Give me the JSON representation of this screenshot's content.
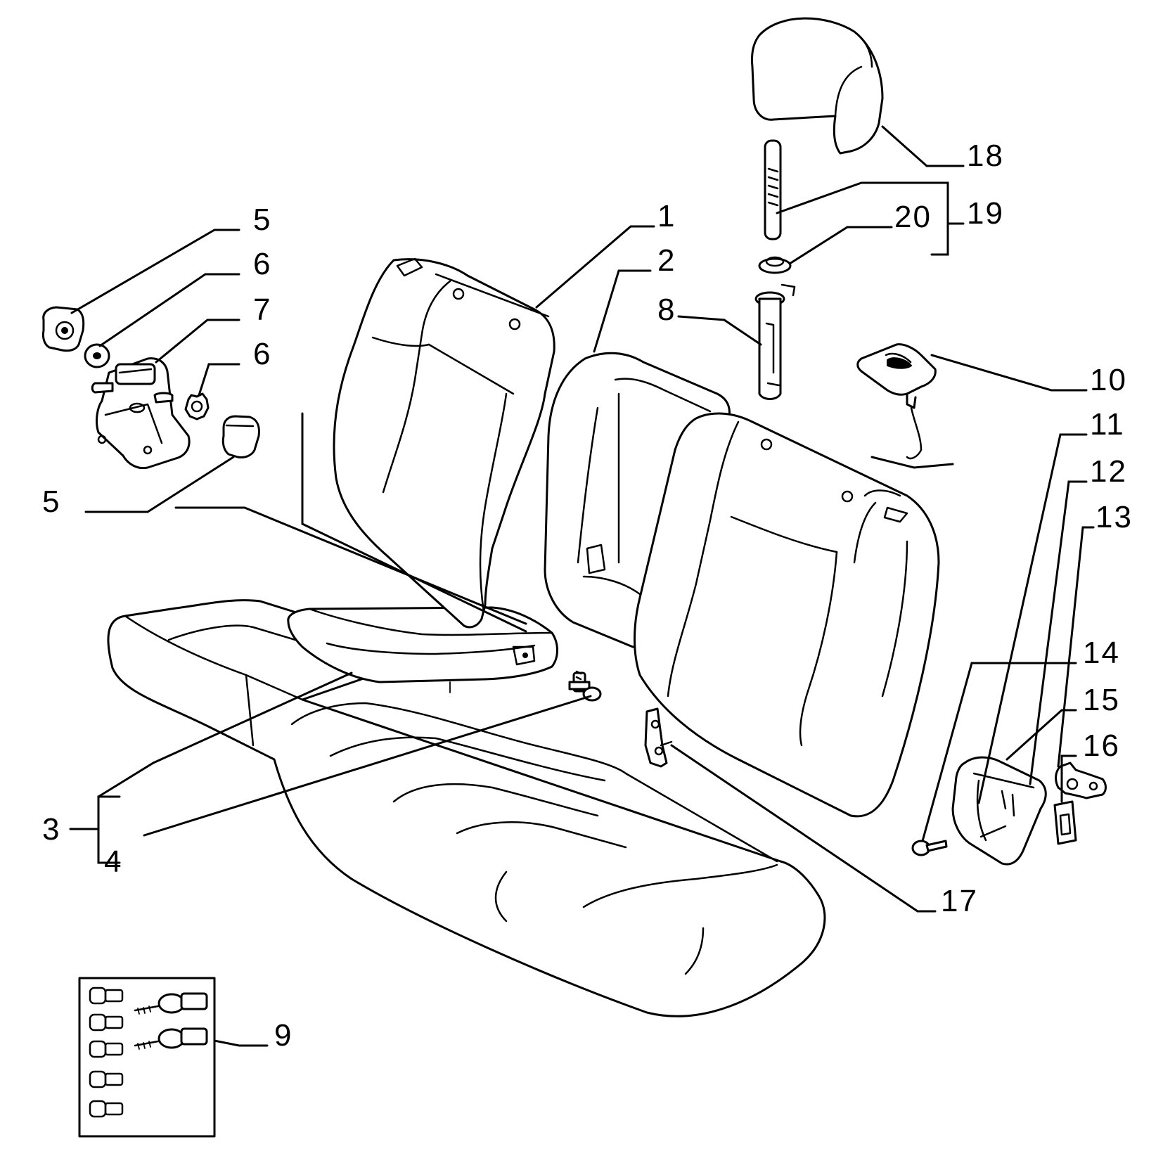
{
  "callouts": {
    "c1": "1",
    "c2": "2",
    "c3": "3",
    "c4": "4",
    "c5a": "5",
    "c5b": "5",
    "c6a": "6",
    "c6b": "6",
    "c7": "7",
    "c8": "8",
    "c9": "9",
    "c10": "10",
    "c11": "11",
    "c12": "12",
    "c13": "13",
    "c14": "14",
    "c15": "15",
    "c16": "16",
    "c17": "17",
    "c18": "18",
    "c19": "19",
    "c20": "20"
  }
}
